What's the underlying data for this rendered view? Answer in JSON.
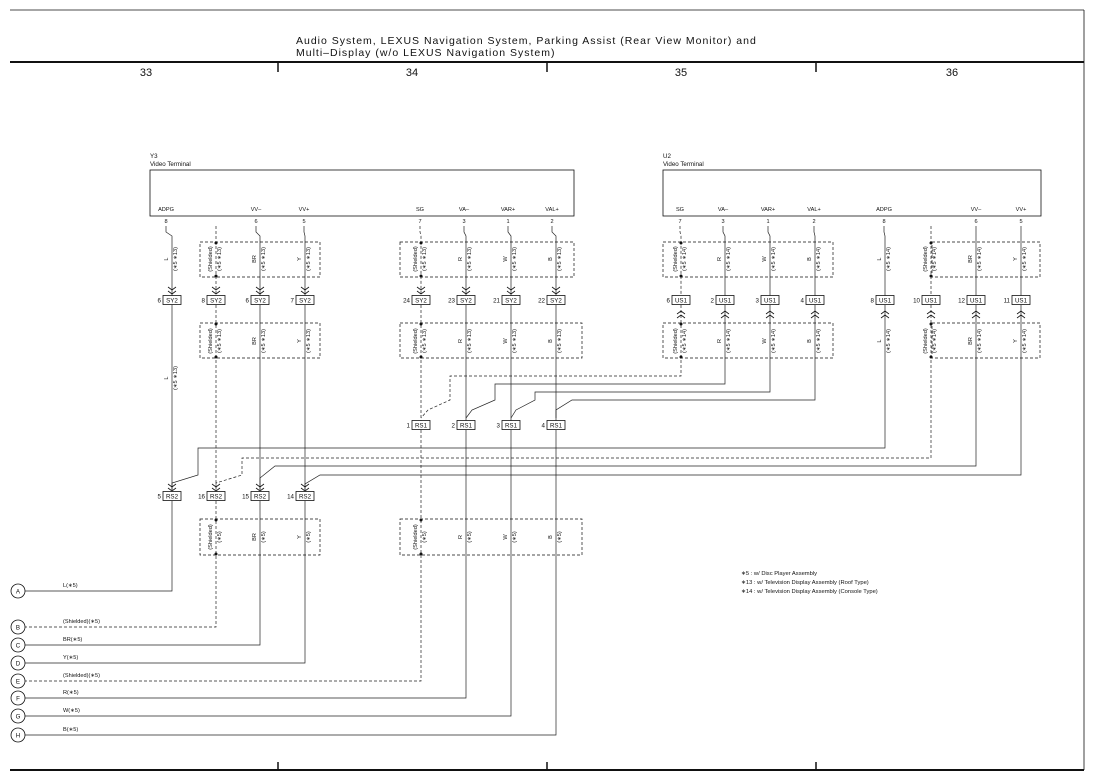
{
  "header": {
    "title_line1": "Audio System,  LEXUS Navigation System,  Parking Assist (Rear View Monitor) and",
    "title_line2": "Multi–Display (w/o LEXUS Navigation System)",
    "columns": [
      "33",
      "34",
      "35",
      "36"
    ]
  },
  "connectors": {
    "y3": {
      "id": "Y3",
      "name": "Video Terminal",
      "pins": [
        {
          "label": "ADPG",
          "num": "8"
        },
        {
          "label": "VV–",
          "num": "6"
        },
        {
          "label": "VV+",
          "num": "5"
        },
        {
          "label": "SG",
          "num": "7"
        },
        {
          "label": "VA–",
          "num": "3"
        },
        {
          "label": "VAR+",
          "num": "1"
        },
        {
          "label": "VAL+",
          "num": "2"
        }
      ]
    },
    "u2": {
      "id": "U2",
      "name": "Video Terminal",
      "pins": [
        {
          "label": "SG",
          "num": "7"
        },
        {
          "label": "VA–",
          "num": "3"
        },
        {
          "label": "VAR+",
          "num": "1"
        },
        {
          "label": "VAL+",
          "num": "2"
        },
        {
          "label": "ADPG",
          "num": "8"
        },
        {
          "label": "VV–",
          "num": "6"
        },
        {
          "label": "VV+",
          "num": "5"
        }
      ]
    },
    "sy2": [
      {
        "num": "6",
        "name": "SY2"
      },
      {
        "num": "8",
        "name": "SY2"
      },
      {
        "num": "6",
        "name": "SY2"
      },
      {
        "num": "7",
        "name": "SY2"
      },
      {
        "num": "24",
        "name": "SY2"
      },
      {
        "num": "23",
        "name": "SY2"
      },
      {
        "num": "21",
        "name": "SY2"
      },
      {
        "num": "22",
        "name": "SY2"
      }
    ],
    "us1": [
      {
        "num": "6",
        "name": "US1"
      },
      {
        "num": "2",
        "name": "US1"
      },
      {
        "num": "3",
        "name": "US1"
      },
      {
        "num": "4",
        "name": "US1"
      },
      {
        "num": "8",
        "name": "US1"
      },
      {
        "num": "10",
        "name": "US1"
      },
      {
        "num": "12",
        "name": "US1"
      },
      {
        "num": "11",
        "name": "US1"
      }
    ],
    "rs1": [
      {
        "num": "1",
        "name": "RS1"
      },
      {
        "num": "2",
        "name": "RS1"
      },
      {
        "num": "3",
        "name": "RS1"
      },
      {
        "num": "4",
        "name": "RS1"
      }
    ],
    "rs2": [
      {
        "num": "5",
        "name": "RS2"
      },
      {
        "num": "16",
        "name": "RS2"
      },
      {
        "num": "15",
        "name": "RS2"
      },
      {
        "num": "14",
        "name": "RS2"
      }
    ]
  },
  "wire_groups": {
    "y3_left": [
      "L",
      "(Shielded)",
      "BR",
      "Y"
    ],
    "y3_right": [
      "(Shielded)",
      "R",
      "W",
      "B"
    ],
    "u2_left": [
      "(Shielded)",
      "R",
      "W",
      "B"
    ],
    "u2_right": [
      "L",
      "(Shielded)",
      "BR",
      "Y"
    ],
    "bottom_left": [
      "(Shielded)",
      "BR",
      "Y"
    ],
    "bottom_right": [
      "(Shielded)",
      "R",
      "W",
      "B"
    ]
  },
  "conditions": {
    "c513": "(∗5 ∗13)",
    "c514": "(∗5 ∗14)",
    "c5": "(∗5)"
  },
  "outputs": [
    {
      "letter": "A",
      "label": "L(∗5)"
    },
    {
      "letter": "B",
      "label": "(Shielded)(∗5)"
    },
    {
      "letter": "C",
      "label": "BR(∗5)"
    },
    {
      "letter": "D",
      "label": "Y(∗5)"
    },
    {
      "letter": "E",
      "label": "(Shielded)(∗5)"
    },
    {
      "letter": "F",
      "label": "R(∗5)"
    },
    {
      "letter": "G",
      "label": "W(∗5)"
    },
    {
      "letter": "H",
      "label": "B(∗5)"
    }
  ],
  "notes": [
    "∗5 : w/ Disc Player Assembly",
    "∗13 : w/ Television Display Assembly (Roof Type)",
    "∗14 : w/ Television Display Assembly (Console Type)"
  ]
}
